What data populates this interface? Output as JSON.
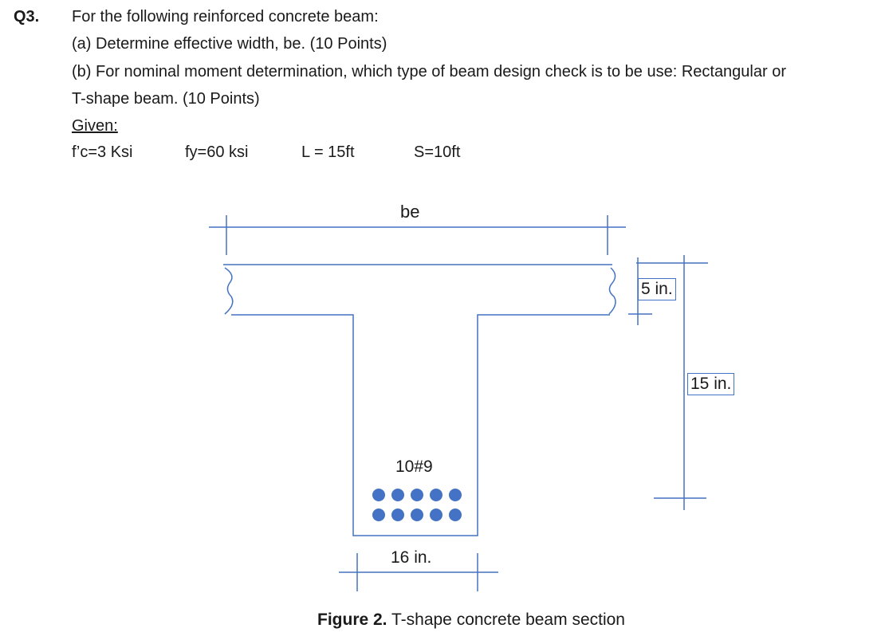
{
  "question": {
    "number": "Q3.",
    "intro": "For the following reinforced concrete beam:",
    "part_a": "(a) Determine effective width, be. (10 Points)",
    "part_b_line1": "(b) For nominal moment determination, which type of beam design check is to be use: Rectangular or",
    "part_b_line2": "T-shape beam. (10 Points)",
    "given_label": "Given:",
    "given": {
      "fc": "f’c=3 Ksi",
      "fy": "fy=60 ksi",
      "L": "L = 15ft",
      "S": "S=10ft"
    }
  },
  "figure": {
    "be_label": "be",
    "flange_depth": "5 in.",
    "total_depth": "15 in.",
    "rebar_label": "10#9",
    "web_width": "16 in.",
    "rebar_rows": 2,
    "rebar_per_row": 5,
    "rebar_color": "#4472c4",
    "line_color": "#4472c4",
    "caption_bold": "Figure 2.",
    "caption_text": " T-shape concrete beam section"
  }
}
